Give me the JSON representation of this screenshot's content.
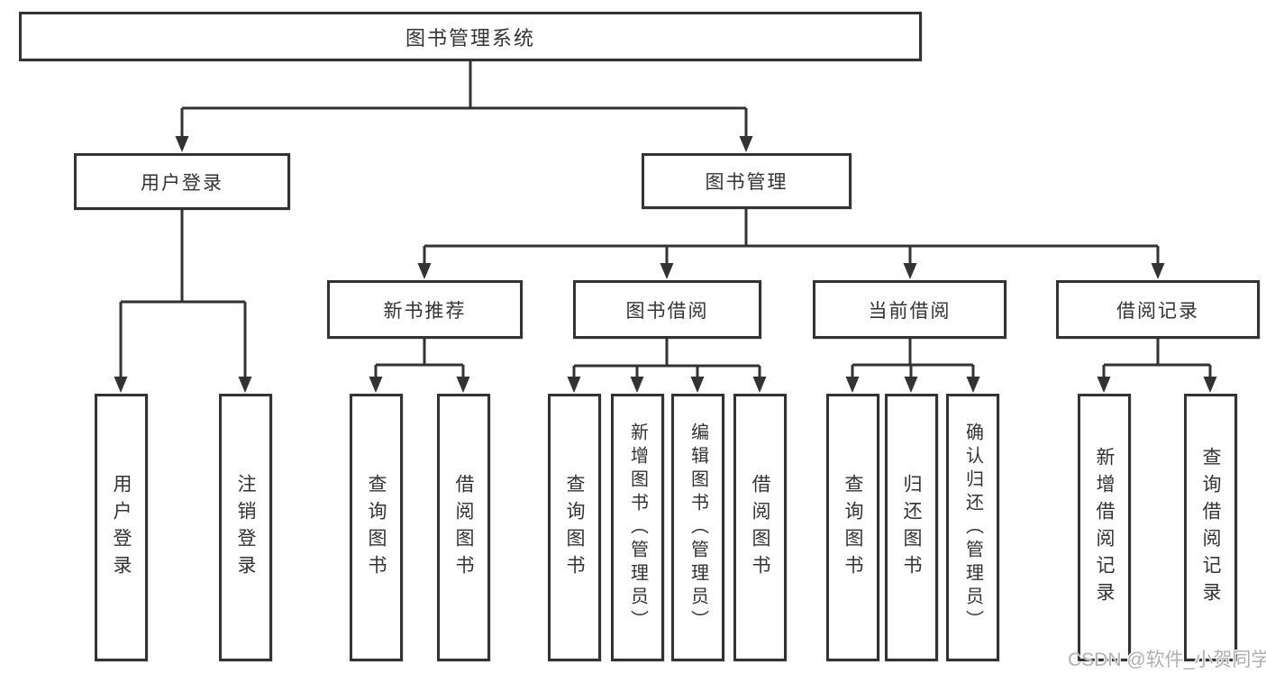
{
  "tree": {
    "root": "图书管理系统",
    "login": {
      "label": "用户登录",
      "children": [
        "用户登录",
        "注销登录"
      ]
    },
    "manage": {
      "label": "图书管理"
    },
    "groups": [
      {
        "label": "新书推荐",
        "children": [
          "查询图书",
          "借阅图书"
        ]
      },
      {
        "label": "图书借阅",
        "children": [
          "查询图书",
          "新增图书（管理员）",
          "编辑图书（管理员）",
          "借阅图书"
        ]
      },
      {
        "label": "当前借阅",
        "children": [
          "查询图书",
          "归还图书",
          "确认归还（管理员）"
        ]
      },
      {
        "label": "借阅记录",
        "children": [
          "新增借阅记录",
          "查询借阅记录"
        ]
      }
    ]
  },
  "watermark": {
    "text": "CSDN @软件_小贺同学"
  },
  "colors": {
    "line": "#333333",
    "text": "#333333",
    "background": "#ffffff",
    "watermark": "#b0b0b0"
  }
}
